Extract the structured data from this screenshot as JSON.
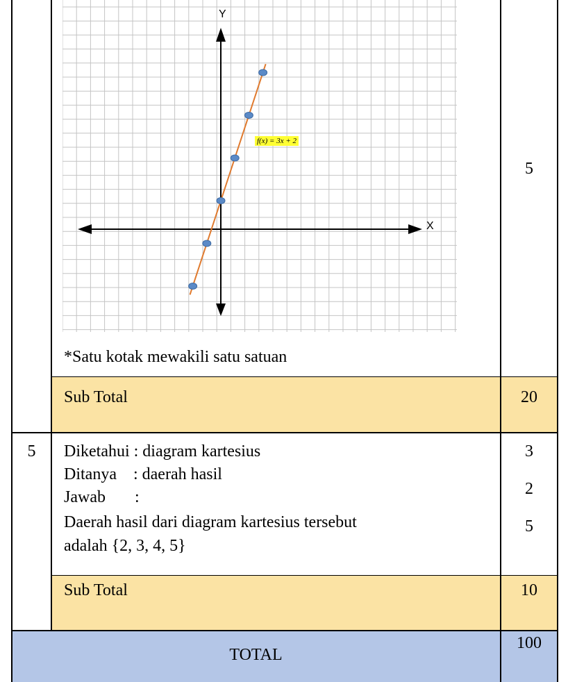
{
  "graph": {
    "x_axis_label": "X",
    "y_axis_label": "Y",
    "function_label": "f(x) = 3x + 2",
    "line_color": "#e07a2e",
    "point_color": "#5b8ac7",
    "label_highlight": "#ffff33"
  },
  "chart_data": {
    "type": "line",
    "series": [
      {
        "values": [
          [
            -2,
            -4
          ],
          [
            -1,
            -1
          ],
          [
            0,
            2
          ],
          [
            1,
            5
          ],
          [
            2,
            8
          ],
          [
            3,
            11
          ]
        ]
      }
    ],
    "xlim": [
      -10,
      14
    ],
    "ylim": [
      -6,
      16
    ],
    "grid": true
  },
  "rows": {
    "graph_row": {
      "note": "*Satu kotak mewakili satu satuan",
      "score": "5"
    },
    "subtotal_1": {
      "label": "Sub Total",
      "score": "20"
    },
    "question_5": {
      "number": "5",
      "line1": "Diketahui : diagram kartesius",
      "line2": "Ditanya    : daerah hasil",
      "line3": "Jawab       :",
      "line4": "Daerah hasil dari diagram kartesius tersebut",
      "line5": "adalah {2, 3, 4, 5}",
      "score1": "3",
      "score2": "2",
      "score3": "5"
    },
    "subtotal_2": {
      "label": "Sub Total",
      "score": "10"
    },
    "total": {
      "label": "TOTAL",
      "score": "100"
    }
  },
  "colors": {
    "subtotal_bg": "#fbe3a4",
    "total_bg": "#b4c6e7"
  }
}
